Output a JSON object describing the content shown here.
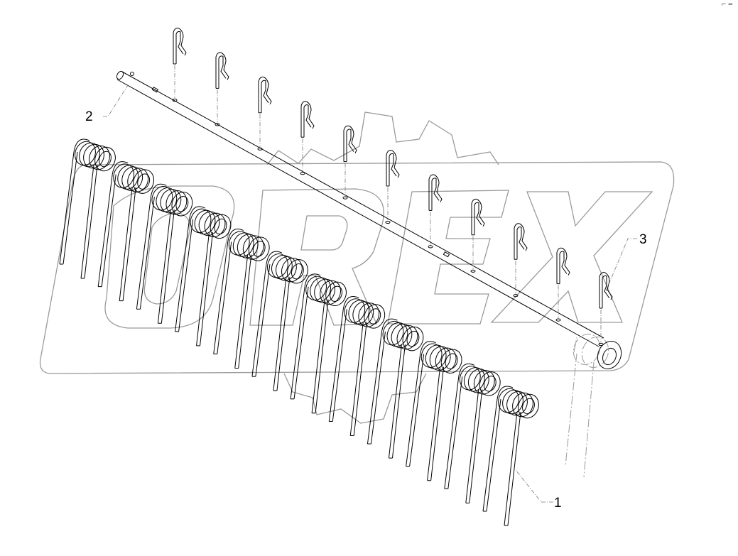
{
  "drawing": {
    "corner_mark": "⌐ ━"
  },
  "watermark": {
    "text": "OREX",
    "kind": "logo"
  },
  "callouts": [
    {
      "id": "tine",
      "number": "1"
    },
    {
      "id": "tube",
      "number": "2"
    },
    {
      "id": "clip",
      "number": "3"
    }
  ],
  "parts": {
    "tine_count": 12,
    "clip_count": 11
  },
  "colors": {
    "line": "#000000",
    "hidden_line": "#9a9a9a",
    "watermark": "#9a9a9a"
  }
}
